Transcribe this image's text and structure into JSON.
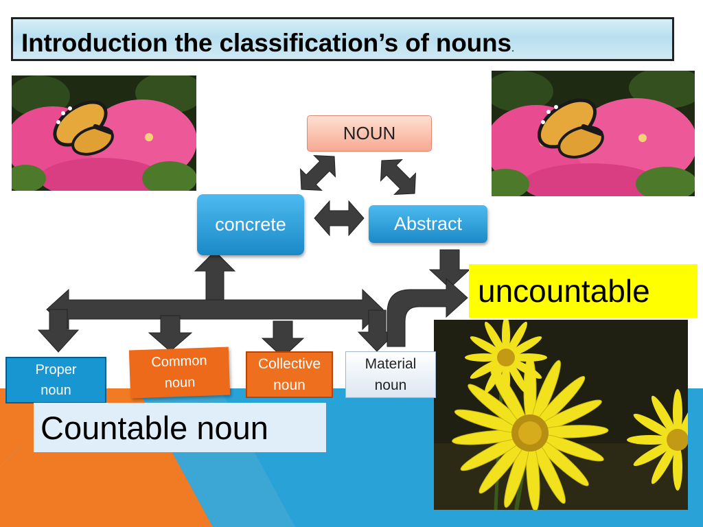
{
  "slide": {
    "title": "Introduction the  classification’s  of  nouns",
    "title_suffix": "."
  },
  "diagram": {
    "root": "NOUN",
    "concrete": "concrete",
    "abstract": "Abstract",
    "uncountable": "uncountable",
    "proper": [
      "Proper",
      "noun"
    ],
    "common": [
      "Common",
      "noun"
    ],
    "collective": [
      "Collective",
      "noun"
    ],
    "material": [
      "Material",
      "noun"
    ],
    "countable": "Countable noun"
  },
  "colors": {
    "background_orange": "#f07b24",
    "background_blue": "#29a2d8",
    "accent_blue": "#1796d2",
    "accent_orange": "#ec6a1a",
    "arrow_gray": "#3d3d3d",
    "highlight_yellow": "#ffff00"
  },
  "images": [
    {
      "name": "butterfly-on-pink-flower-photo"
    },
    {
      "name": "butterfly-on-pink-flower-photo"
    },
    {
      "name": "yellow-daisy-flowers-photo"
    }
  ]
}
